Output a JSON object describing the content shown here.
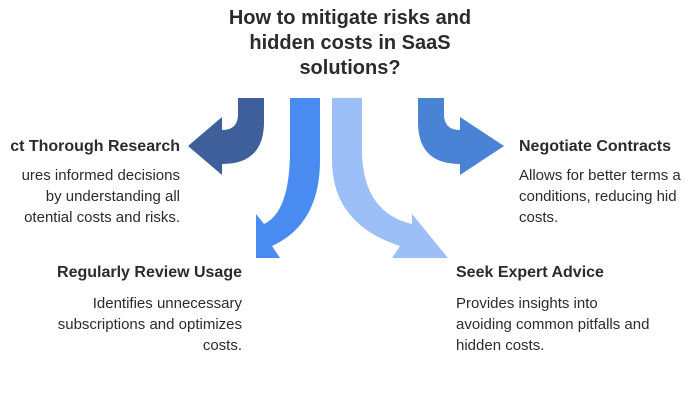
{
  "title": [
    "How to mitigate risks and",
    "hidden costs in SaaS",
    "solutions?"
  ],
  "colors": {
    "research": "#3E5F9A",
    "review": "#4A8BF2",
    "advice": "#9BBFF6",
    "negotiate": "#4A82D6"
  },
  "items": {
    "research": {
      "heading": "ct Thorough Research",
      "lines": [
        "ures informed decisions",
        "by understanding all",
        "otential costs and risks."
      ]
    },
    "review": {
      "heading": "Regularly Review Usage",
      "lines": [
        "Identifies unnecessary",
        "subscriptions and optimizes",
        "costs."
      ]
    },
    "advice": {
      "heading": "Seek Expert Advice",
      "lines": [
        "Provides insights into",
        "avoiding common pitfalls and",
        "hidden costs."
      ]
    },
    "negotiate": {
      "heading": "Negotiate Contracts",
      "lines": [
        "Allows for better terms a",
        "conditions, reducing hid",
        "costs."
      ]
    }
  }
}
